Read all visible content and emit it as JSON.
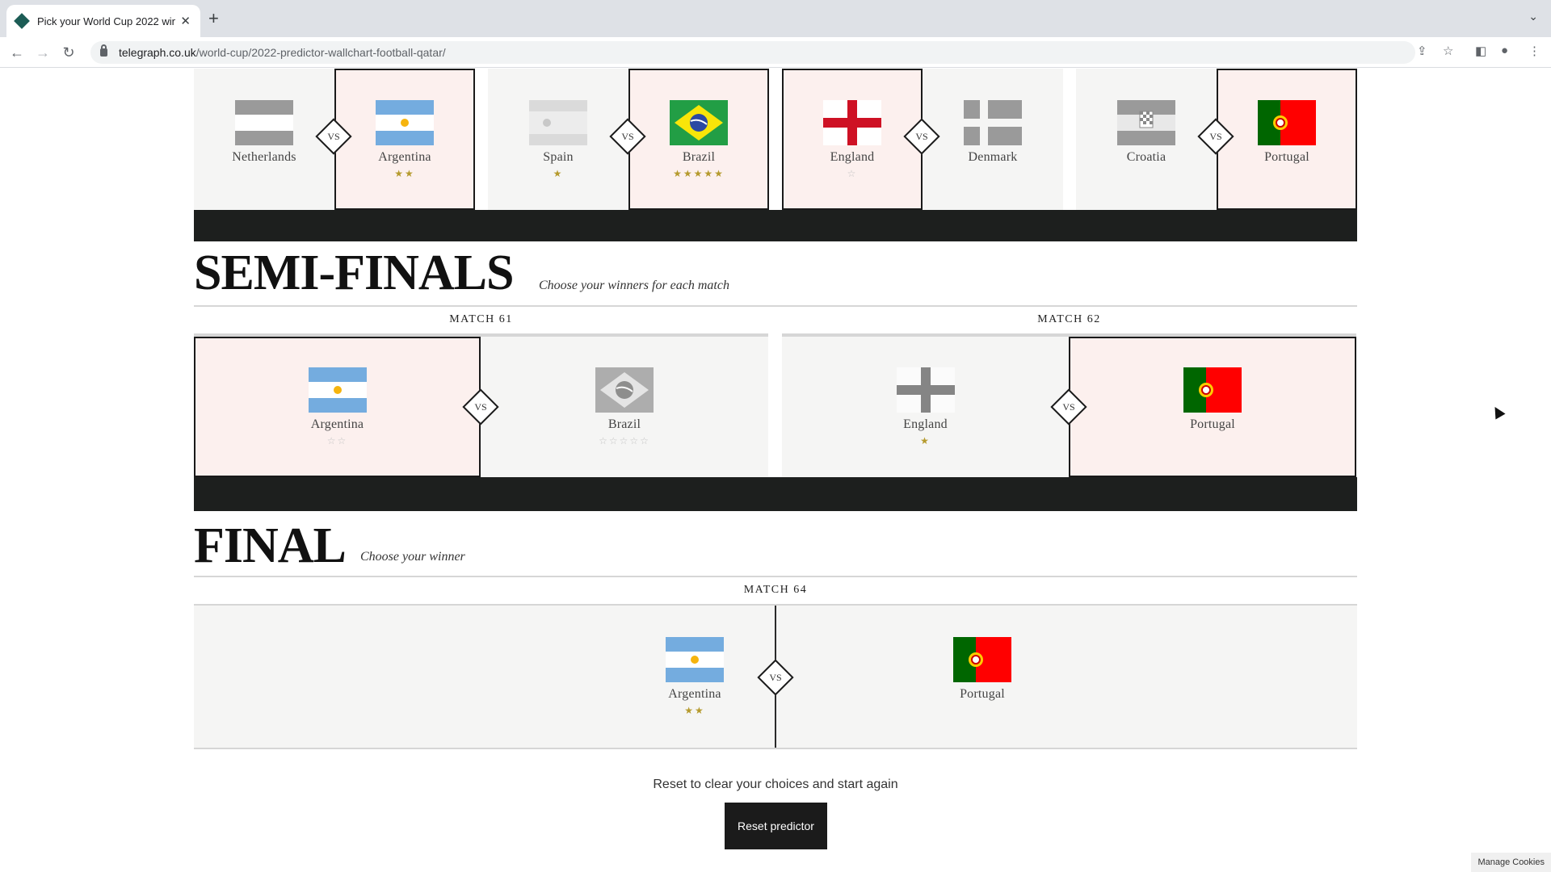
{
  "browser": {
    "tab_title": "Pick your World Cup 2022 win...",
    "url_host": "telegraph.co.uk",
    "url_path": "/world-cup/2022-predictor-wallchart-football-qatar/"
  },
  "quarter_finals": {
    "matches": [
      {
        "home": {
          "name": "Netherlands",
          "stars": "",
          "flag": "netherlands-flag-icon"
        },
        "vs": "VS",
        "away": {
          "name": "Argentina",
          "stars": "★★",
          "flag": "argentina-flag-icon"
        }
      },
      {
        "home": {
          "name": "Spain",
          "stars": "★",
          "flag": "spain-flag-icon"
        },
        "vs": "VS",
        "away": {
          "name": "Brazil",
          "stars": "★★★★★",
          "flag": "brazil-flag-icon"
        }
      },
      {
        "home": {
          "name": "England",
          "stars": "☆",
          "flag": "england-flag-icon"
        },
        "vs": "VS",
        "away": {
          "name": "Denmark",
          "stars": "",
          "flag": "denmark-flag-icon"
        }
      },
      {
        "home": {
          "name": "Croatia",
          "stars": "",
          "flag": "croatia-flag-icon"
        },
        "vs": "VS",
        "away": {
          "name": "Portugal",
          "stars": "",
          "flag": "portugal-flag-icon"
        }
      }
    ]
  },
  "semi_finals": {
    "title": "SEMI-FINALS",
    "subtitle": "Choose your winners for each match",
    "matches": [
      {
        "label": "MATCH 61",
        "home": {
          "name": "Argentina",
          "stars": "☆☆"
        },
        "vs": "VS",
        "away": {
          "name": "Brazil",
          "stars": "☆☆☆☆☆"
        }
      },
      {
        "label": "MATCH 62",
        "home": {
          "name": "England",
          "stars": "★"
        },
        "vs": "VS",
        "away": {
          "name": "Portugal",
          "stars": ""
        }
      }
    ]
  },
  "final": {
    "title": "FINAL",
    "subtitle": "Choose your winner",
    "label": "MATCH 64",
    "home": {
      "name": "Argentina",
      "stars": "★★"
    },
    "vs": "VS",
    "away": {
      "name": "Portugal",
      "stars": ""
    }
  },
  "reset": {
    "text": "Reset to clear your choices and start again",
    "button_label": "Reset predictor"
  },
  "cookies_label": "Manage Cookies",
  "colors": {
    "selected_bg": "#fcf0ee",
    "match_bg": "#f5f5f4",
    "dark_bar": "#1d1f1e",
    "star_gold": "#b59a2d"
  }
}
